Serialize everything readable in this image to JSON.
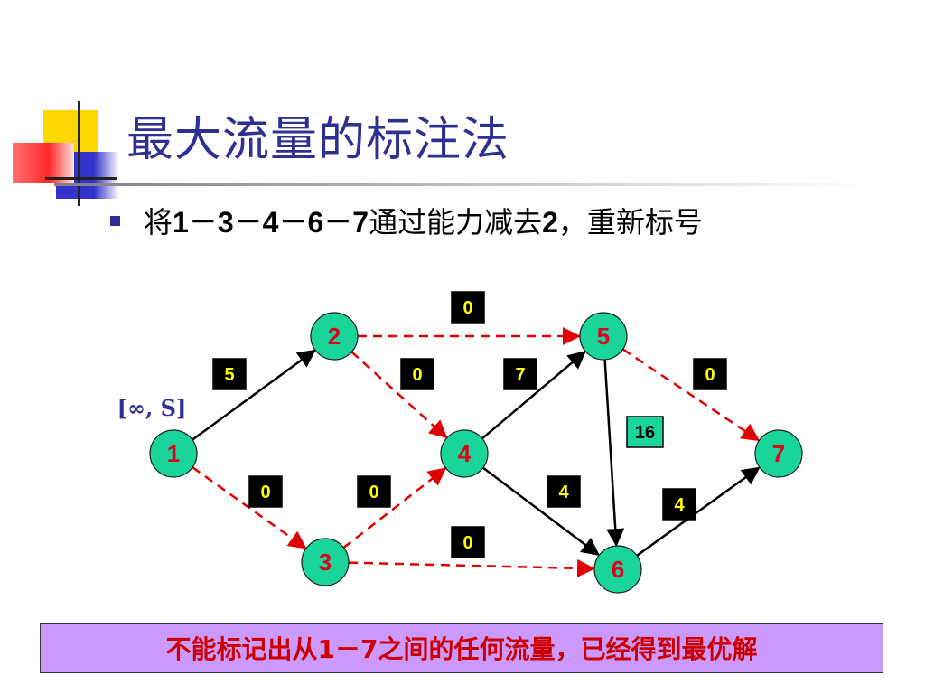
{
  "title": "最大流量的标注法",
  "bullet": {
    "segments": [
      {
        "t": "将",
        "b": false
      },
      {
        "t": "1",
        "b": true
      },
      {
        "t": "－",
        "b": false
      },
      {
        "t": "3",
        "b": true
      },
      {
        "t": "－",
        "b": false
      },
      {
        "t": "4",
        "b": true
      },
      {
        "t": "－",
        "b": false
      },
      {
        "t": "6",
        "b": true
      },
      {
        "t": "－",
        "b": false
      },
      {
        "t": "7",
        "b": true
      },
      {
        "t": "通过能力减去",
        "b": false
      },
      {
        "t": "2",
        "b": true
      },
      {
        "t": "，重新标号",
        "b": false
      }
    ]
  },
  "graph": {
    "source_label": "[∞, S]",
    "nodes": [
      "1",
      "2",
      "3",
      "4",
      "5",
      "6",
      "7"
    ],
    "edges": [
      {
        "from": "1",
        "to": "2",
        "style": "solid",
        "capacity": "5"
      },
      {
        "from": "1",
        "to": "3",
        "style": "dashed",
        "capacity": "0"
      },
      {
        "from": "2",
        "to": "5",
        "style": "dashed",
        "capacity": "0"
      },
      {
        "from": "2",
        "to": "4",
        "style": "dashed",
        "capacity": "0"
      },
      {
        "from": "3",
        "to": "4",
        "style": "dashed",
        "capacity": "0"
      },
      {
        "from": "3",
        "to": "6",
        "style": "dashed",
        "capacity": "0"
      },
      {
        "from": "4",
        "to": "5",
        "style": "solid",
        "capacity": "7"
      },
      {
        "from": "4",
        "to": "6",
        "style": "solid",
        "capacity": "4"
      },
      {
        "from": "5",
        "to": "6",
        "style": "solid",
        "capacity": "16"
      },
      {
        "from": "5",
        "to": "7",
        "style": "dashed",
        "capacity": "0"
      },
      {
        "from": "6",
        "to": "7",
        "style": "solid",
        "capacity": "4"
      }
    ],
    "colors": {
      "node_fill": "#1ad59a",
      "node_label": "#e0001b",
      "solid_edge": "#000000",
      "dashed_edge": "#e00000",
      "capacity_box": "#000000",
      "capacity_text": "#ffff00",
      "highlight_box": "#1ad59a",
      "highlight_text": "#000000",
      "source_label": "#2e3192"
    }
  },
  "conclusion": {
    "segments": [
      {
        "t": "不能标记出从",
        "b": false
      },
      {
        "t": "1",
        "b": true
      },
      {
        "t": "－",
        "b": false
      },
      {
        "t": "7",
        "b": true
      },
      {
        "t": "之间的任何流量，已经得到最优解",
        "b": false
      }
    ]
  }
}
